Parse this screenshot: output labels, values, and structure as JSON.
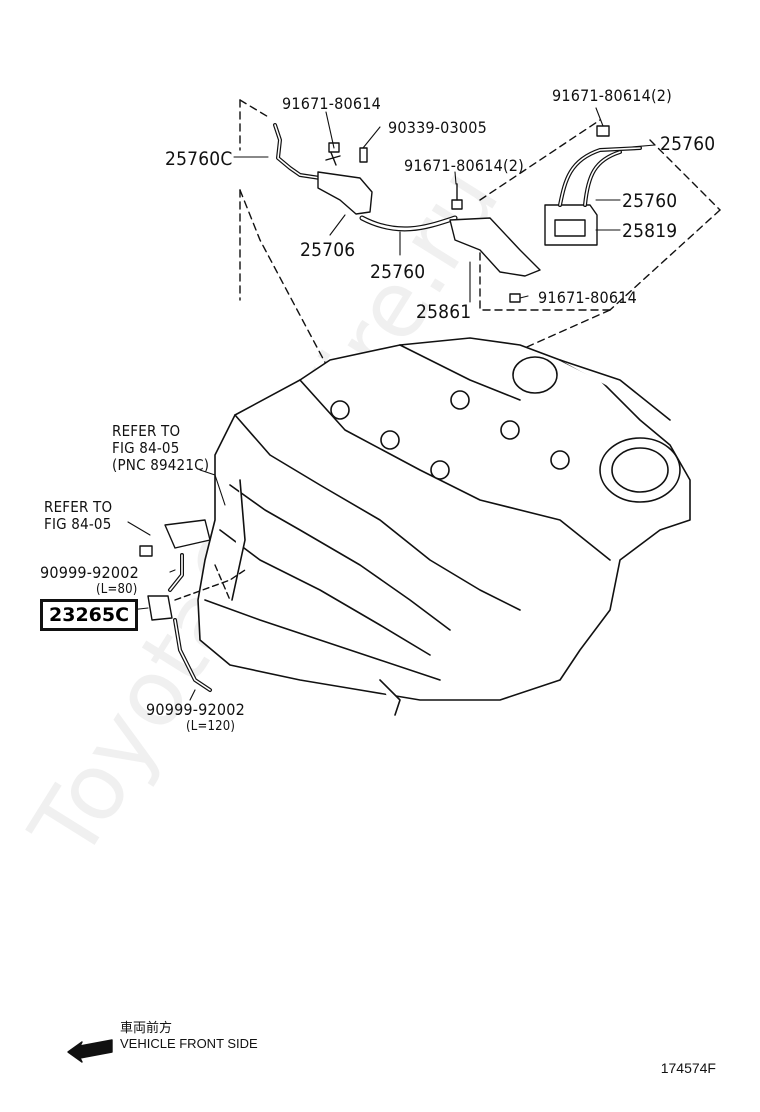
{
  "labels": {
    "p1": "91671-80614",
    "p2": "90339-03005",
    "p3": "25760C",
    "p4": "91671-80614(2)",
    "p5": "25706",
    "p6": "25760",
    "p7": "25861",
    "p8": "91671-80614(2)",
    "p9": "25760",
    "p10": "25760",
    "p11": "25819",
    "p12": "91671-80614",
    "ref1_l1": "REFER TO",
    "ref1_l2": "FIG 84-05",
    "ref1_l3": "(PNC 89421C)",
    "ref2_l1": "REFER TO",
    "ref2_l2": "FIG 84-05",
    "p13": "90999-92002",
    "p13_len": "(L=80)",
    "highlight": "23265C",
    "p14": "90999-92002",
    "p14_len": "(L=120)"
  },
  "front": {
    "jp": "車両前方",
    "en": "VEHICLE FRONT SIDE"
  },
  "figure_number": "174574F",
  "watermark": "ToyotaCarWire.ru"
}
